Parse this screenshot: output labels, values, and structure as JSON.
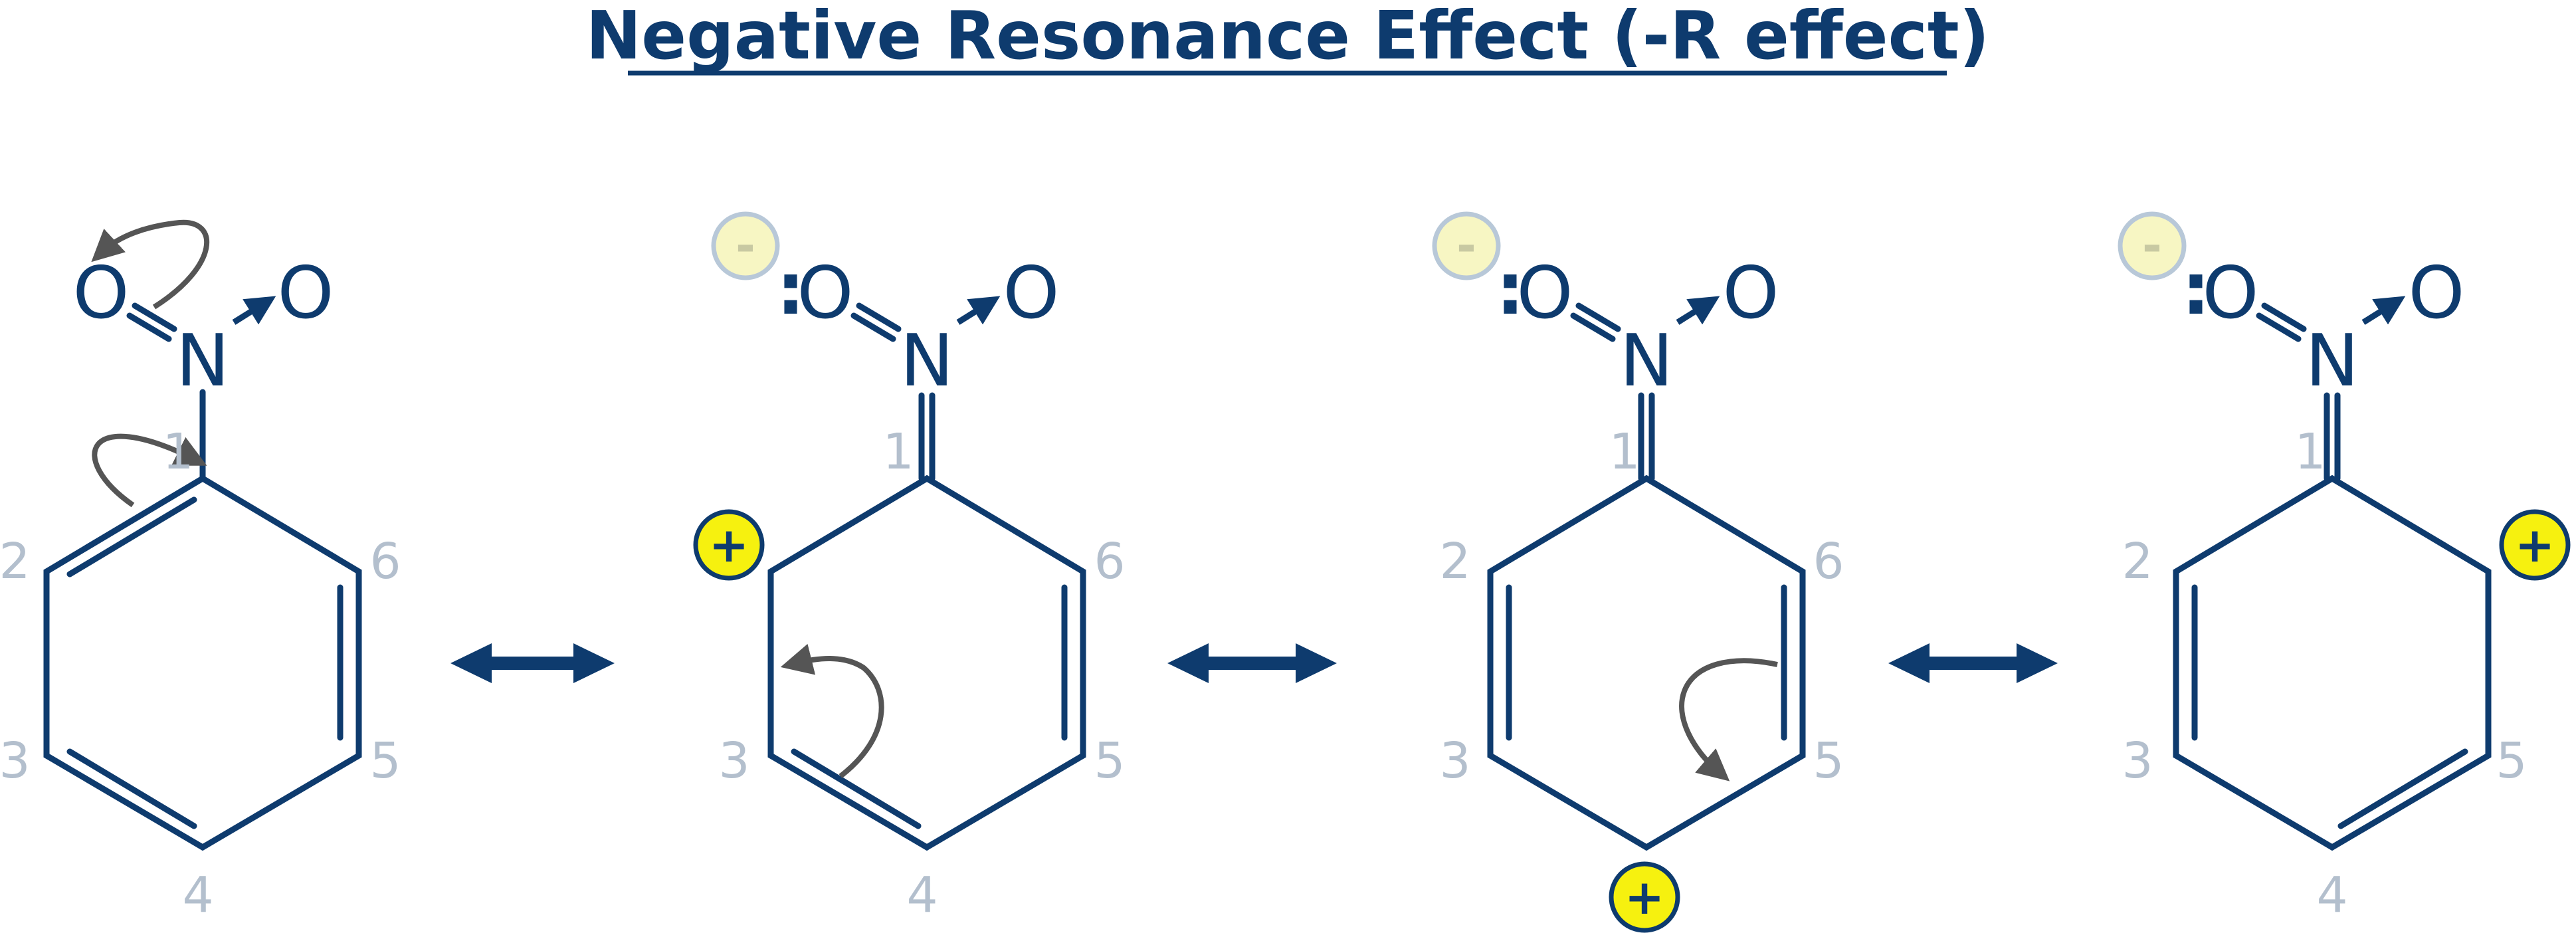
{
  "title": "Negative Resonance Effect (-R effect)",
  "atoms": {
    "oxygen": "O",
    "nitrogen": "N",
    "lone_pair": ":"
  },
  "charges": {
    "positive": "+",
    "negative": "-"
  },
  "numbering": [
    "1",
    "2",
    "3",
    "4",
    "5",
    "6"
  ],
  "colors": {
    "title": "#0e3b6e",
    "bond": "#0e3b6e",
    "ring_number": "#b3bfcd",
    "curly_arrow": "#555555",
    "positive_charge_fill": "#f6f10f",
    "negative_charge_fill": "#f7f6c3",
    "negative_charge_border": "#b8c8d8"
  }
}
